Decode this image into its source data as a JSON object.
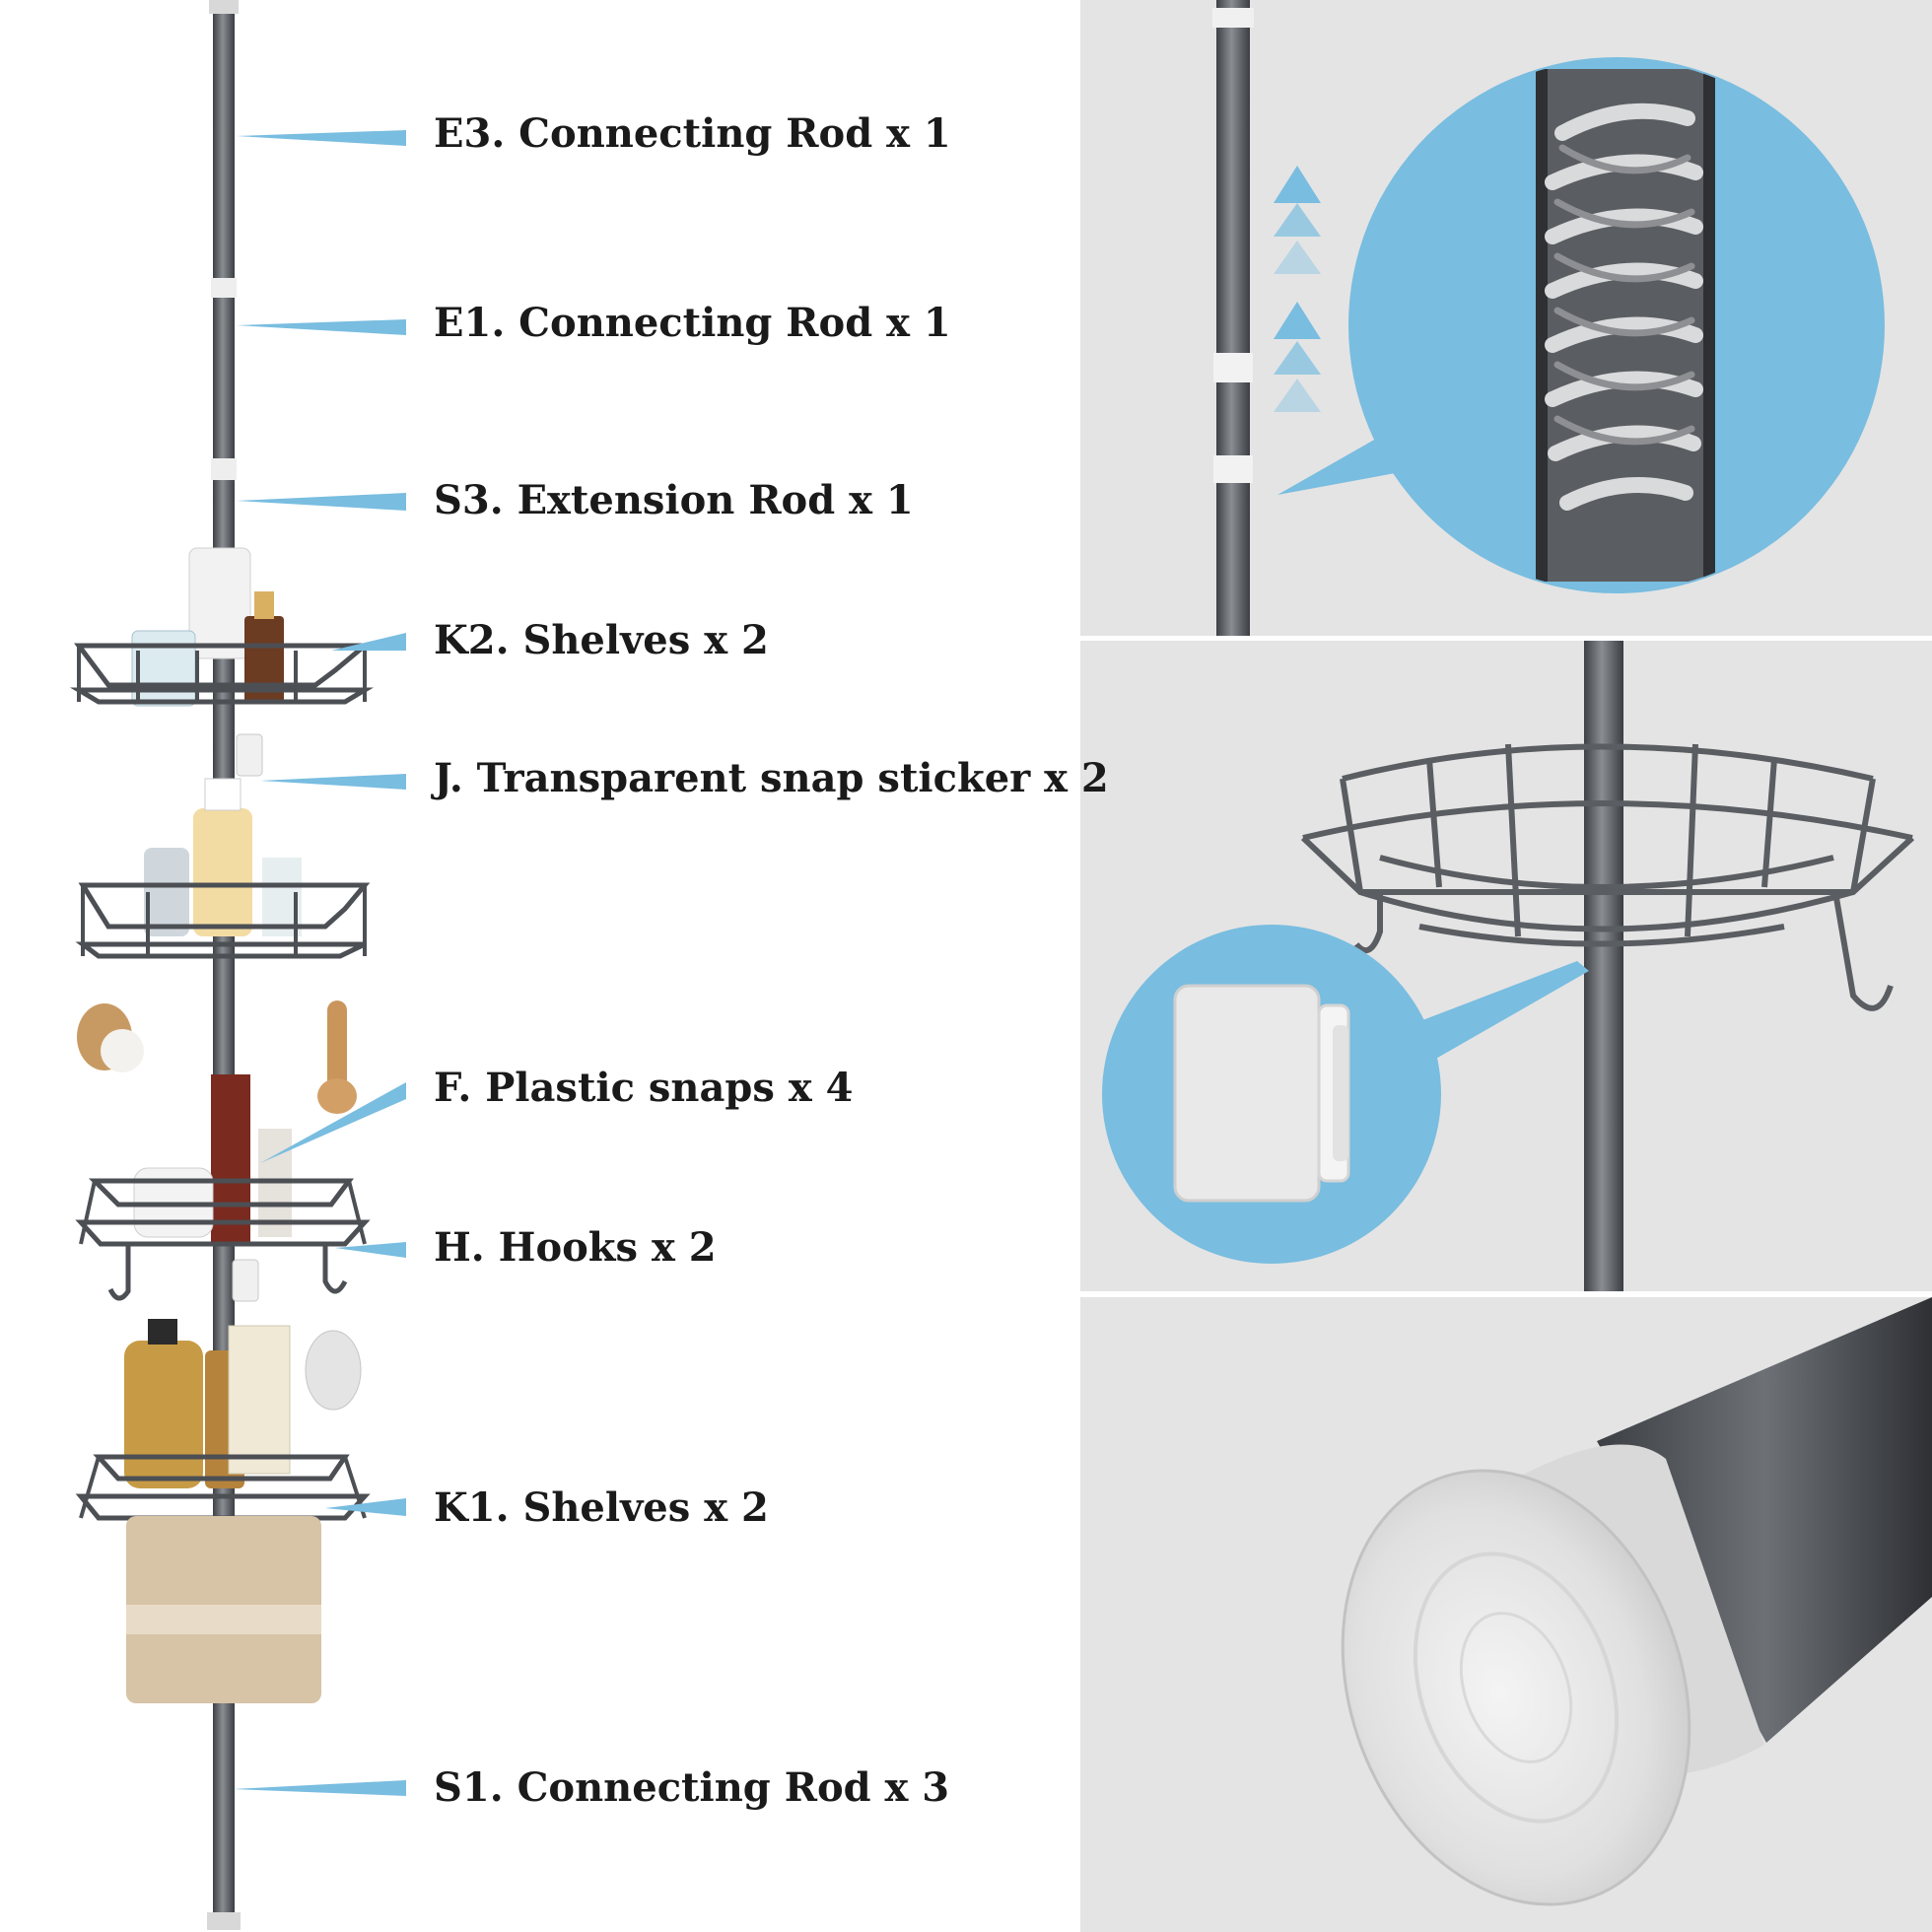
{
  "parts": [
    {
      "code": "E3",
      "text": "E3. Connecting Rod x 1"
    },
    {
      "code": "E1",
      "text": "E1. Connecting Rod x 1"
    },
    {
      "code": "S3",
      "text": "S3. Extension Rod x 1"
    },
    {
      "code": "K2",
      "text": "K2. Shelves x 2"
    },
    {
      "code": "J",
      "text": "J. Transparent snap sticker x 2"
    },
    {
      "code": "F",
      "text": "F. Plastic snaps x 4"
    },
    {
      "code": "H",
      "text": "H. Hooks x 2"
    },
    {
      "code": "K1",
      "text": "K1. Shelves x 2"
    },
    {
      "code": "S1",
      "text": "S1. Connecting Rod x 3"
    }
  ],
  "colors": {
    "accent": "#79bde0",
    "rod": "#5f6368",
    "panel": "#e4e4e4",
    "label": "#1a1a1a"
  },
  "detail_panels": [
    {
      "name": "spring-detail",
      "icon": "spring-icon"
    },
    {
      "name": "plastic-snap-detail",
      "icon": "snap-icon"
    },
    {
      "name": "rubber-end-cap-detail",
      "icon": "end-cap-icon"
    }
  ]
}
